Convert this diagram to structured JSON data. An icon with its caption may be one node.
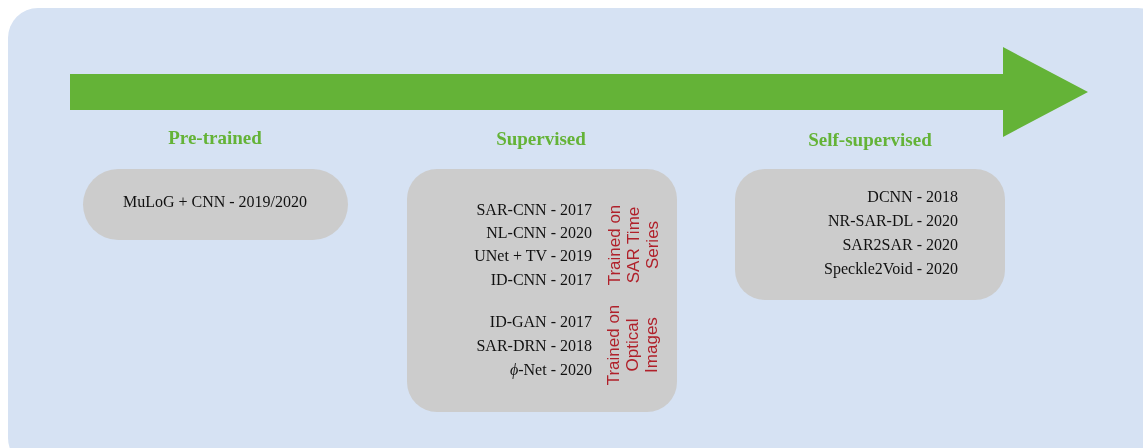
{
  "diagram": {
    "nodes": [
      {
        "text": [
          "Pre-trained",
          "MuLoG + CNN - 2019/2020"
        ]
      },
      {
        "text": [
          "Supervised",
          "SAR-CNN - 2017",
          "NL-CNN - 2020",
          "UNet + TV - 2019",
          "ID-CNN - 2017",
          "Trained on SAR Time Series",
          "ID-GAN - 2017",
          "SAR-DRN - 2018",
          "*ϕ*-Net - 2020",
          "Trained on Optical Images"
        ]
      },
      {
        "text": [
          "Self-supervised",
          "DCNN - 2018",
          "NR-SAR-DL - 2020",
          "SAR2SAR - 2020",
          "Speckle2Void - 2020"
        ]
      }
    ]
  }
}
